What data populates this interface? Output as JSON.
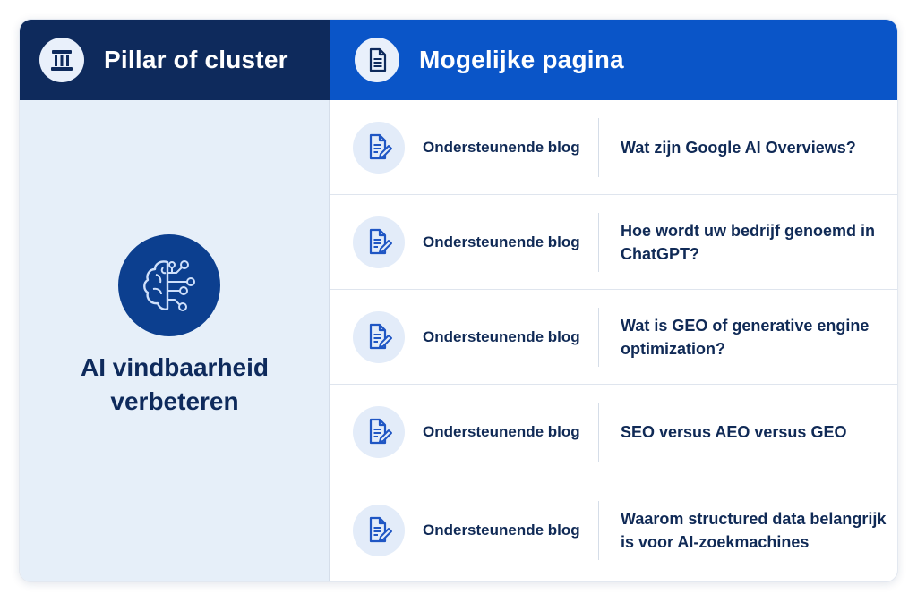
{
  "header": {
    "left_title": "Pillar of cluster",
    "left_icon": "pillar-icon",
    "right_title": "Mogelijke pagina",
    "right_icon": "document-icon"
  },
  "pillar": {
    "icon": "ai-brain-icon",
    "title_line1": "AI vindbaarheid",
    "title_line2": "verbeteren"
  },
  "rows": [
    {
      "icon": "document-edit-icon",
      "type": "Ondersteunende blog",
      "title": "Wat zijn Google AI Overviews?"
    },
    {
      "icon": "document-edit-icon",
      "type": "Ondersteunende blog",
      "title": "Hoe wordt uw bedrijf genoemd in ChatGPT?"
    },
    {
      "icon": "document-edit-icon",
      "type": "Ondersteunende blog",
      "title": "Wat is GEO of generative engine optimization?"
    },
    {
      "icon": "document-edit-icon",
      "type": "Ondersteunende blog",
      "title": "SEO versus AEO versus GEO"
    },
    {
      "icon": "document-edit-icon",
      "type": "Ondersteunende blog",
      "title": "Waarom structured data belangrijk is voor AI-zoekmachines"
    }
  ],
  "colors": {
    "header_left_bg": "#0e2a5c",
    "header_right_bg": "#0a55c8",
    "pillar_bg": "#e6eff9",
    "text_dark": "#102a56",
    "accent_blue": "#1f56c4"
  }
}
